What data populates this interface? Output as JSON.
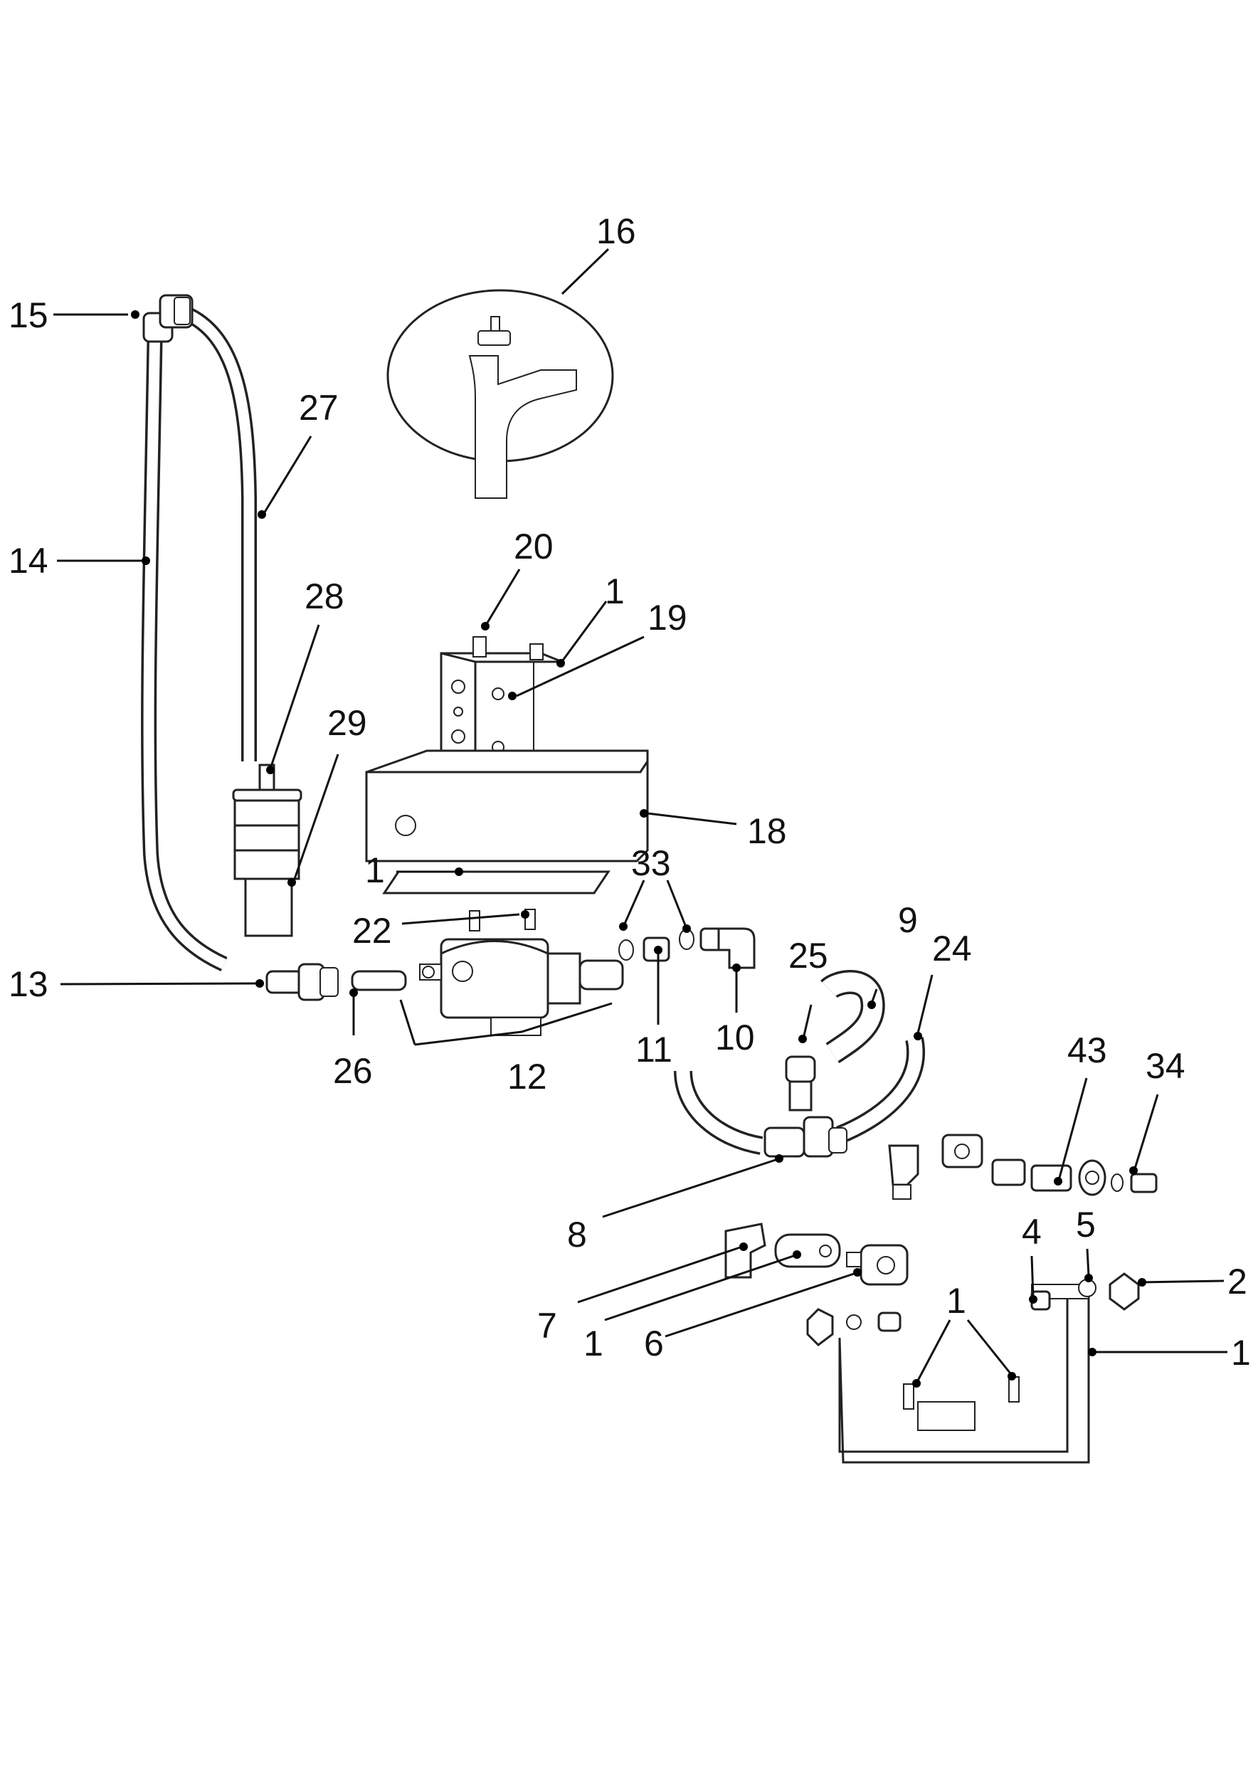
{
  "labels": {
    "l15": "15",
    "l16": "16",
    "l27": "27",
    "l14": "14",
    "l20": "20",
    "l1a": "1",
    "l19": "19",
    "l28": "28",
    "l29": "29",
    "l18": "18",
    "l1b": "1",
    "l33": "33",
    "l22": "22",
    "l9": "9",
    "l25": "25",
    "l24": "24",
    "l13": "13",
    "l11": "11",
    "l10": "10",
    "l26": "26",
    "l12": "12",
    "l43": "43",
    "l34": "34",
    "l8": "8",
    "l4": "4",
    "l5": "5",
    "l2": "2",
    "l7": "7",
    "l1c": "1",
    "l6": "6",
    "l1d": "1",
    "l1e": "1"
  }
}
